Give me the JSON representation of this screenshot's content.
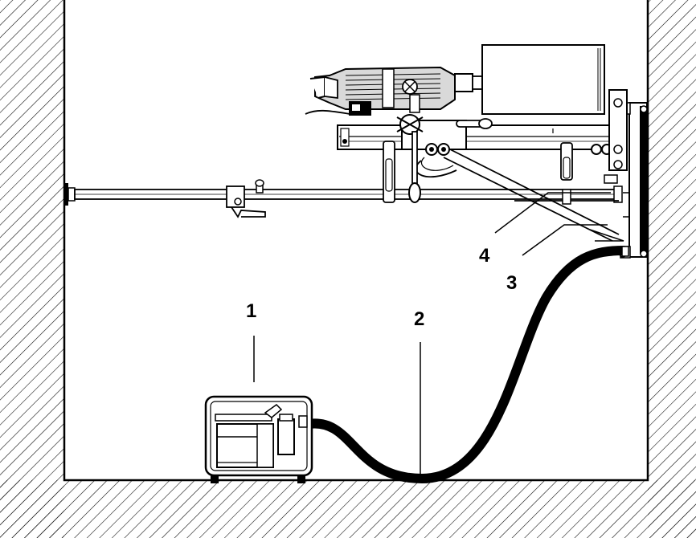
{
  "callouts": [
    {
      "id": "1",
      "label": "1"
    },
    {
      "id": "2",
      "label": "2"
    },
    {
      "id": "3",
      "label": "3"
    },
    {
      "id": "4",
      "label": "4"
    }
  ],
  "colors": {
    "ink": "#000000",
    "paper": "#ffffff",
    "motor_fill": "#d9d9d9",
    "hatch": "#000000"
  }
}
